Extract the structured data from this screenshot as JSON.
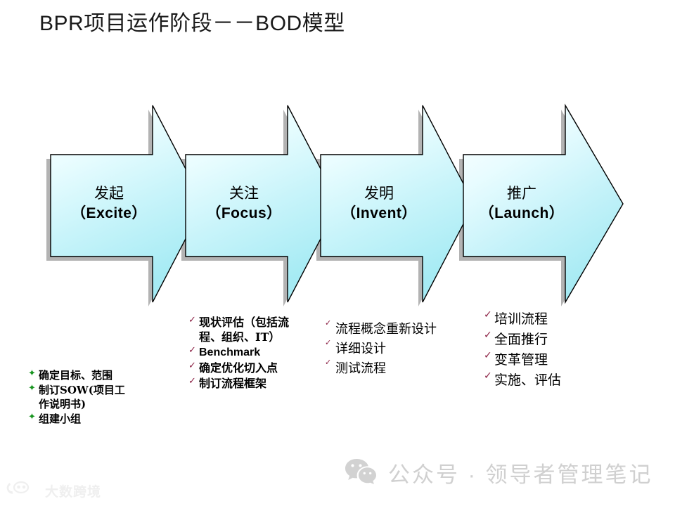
{
  "slide": {
    "title": "BPR项目运作阶段－－BOD模型",
    "background_color": "#ffffff"
  },
  "diagram": {
    "type": "process-arrow-chevrons",
    "arrow_fill_light": "#f4ffff",
    "arrow_fill_cyan": "#a8ecf4",
    "arrow_border_color": "#000000",
    "arrow_shadow_color": "#b3b3b3",
    "stages": [
      {
        "cn": "发起",
        "en": "（Excite）"
      },
      {
        "cn": "关注",
        "en": "（Focus）"
      },
      {
        "cn": "发明",
        "en": "（Invent）"
      },
      {
        "cn": "推广",
        "en": "（Launch）"
      }
    ]
  },
  "bullet_columns": [
    {
      "id": "col1",
      "marker": "maple-leaf",
      "marker_glyph": "✦",
      "marker_color": "#17941f",
      "items": [
        {
          "lines": [
            "确定目标、范围"
          ]
        },
        {
          "lines": [
            "制订SOW(项目工",
            "作说明书)"
          ]
        },
        {
          "lines": [
            "组建小组"
          ]
        }
      ]
    },
    {
      "id": "col2",
      "marker": "check",
      "marker_glyph": "✓",
      "marker_color": "#8c2245",
      "items": [
        {
          "lines": [
            "现状评估（包括流",
            "程、组织、IT）"
          ]
        },
        {
          "lines": [
            "Benchmark"
          ],
          "latin": true
        },
        {
          "lines": [
            "确定优化切入点"
          ]
        },
        {
          "lines": [
            "制订流程框架"
          ]
        }
      ]
    },
    {
      "id": "col3",
      "marker": "flag-tick",
      "marker_glyph": "✓",
      "marker_color": "#8c2245",
      "items": [
        {
          "lines": [
            "流程概念重新设计"
          ]
        },
        {
          "lines": [
            "详细设计"
          ]
        },
        {
          "lines": [
            "测试流程"
          ]
        }
      ]
    },
    {
      "id": "col4",
      "marker": "check",
      "marker_glyph": "✓",
      "marker_color": "#8c2245",
      "items": [
        {
          "lines": [
            "培训流程"
          ]
        },
        {
          "lines": [
            "全面推行"
          ]
        },
        {
          "lines": [
            "变革管理"
          ]
        },
        {
          "lines": [
            "实施、评估"
          ]
        }
      ]
    }
  ],
  "watermarks": {
    "wechat": {
      "icon": "wechat-icon",
      "text": "公众号 · 领导者管理笔记",
      "color": "#d0d0d0"
    },
    "brand": {
      "icon": "dashu-logo-icon",
      "text": "大数跨境",
      "color": "#efefef"
    }
  }
}
